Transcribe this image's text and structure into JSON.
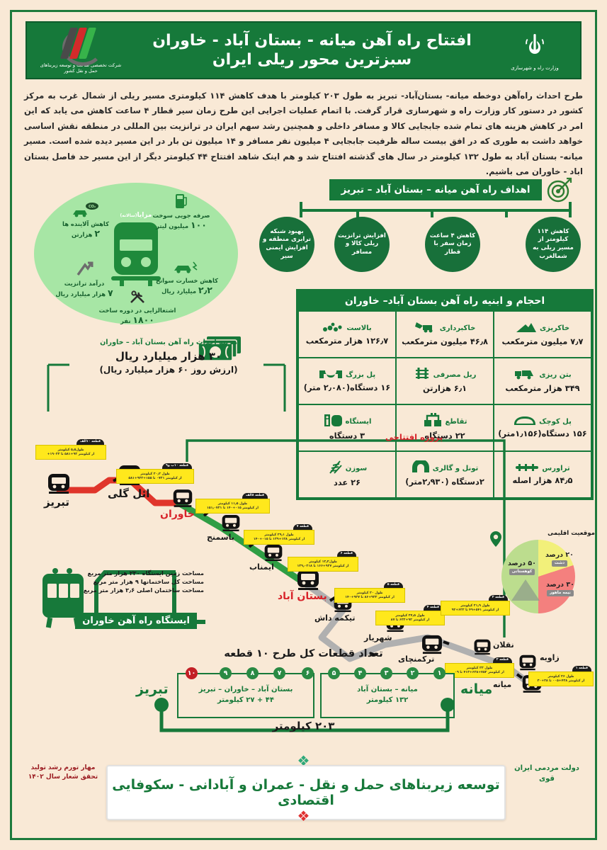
{
  "header": {
    "title": "افتتاح راه آهن میانه - بستان آباد - خاوران سبزترین محور ریلی ایران",
    "ministry_emblem": "iran-emblem-icon",
    "ministry_label": "وزارت راه و شهرسازی",
    "org_label": "شرکت تخصصی ساخت و توسعه زیربناهای حمل و نقل کشور"
  },
  "intro": {
    "text": "طرح احداث راه‌آهن دوخطه میانه- بستان‌آباد- تبریز به طول ۲۰۳ کیلومتر با هدف کاهش ۱۱۴ کیلومتری مسیر ریلی از شمال غرب به مرکز کشور در دستور کار وزارت راه و شهرسازی قرار گرفت. با اتمام عملیات اجرایی این طرح زمان سیر قطار ۴ ساعت کاهش می یابد که این امر در کاهش هزینه های تمام شده جابجایی کالا و مسافر داخلی و همچنین رشد سهم ایران در ترانزیت بین المللی در منطقه نقش اساسی خواهد داشت به طوری که در افق بیست ساله ظرفیت جابجایی ۴ میلیون نفر مسافر و ۱۴ میلیون تن بار در این مسیر دیده شده است. مسیر میانه- بستان آباد به طول ۱۳۲ کیلومتر در سال های گذشته افتتاح شد و هم اینک شاهد افتتاح ۴۴ کیلومتر دیگر از این مسیر حد فاصل بستان اباد - خاوران می باشیم."
  },
  "benefits": {
    "center_label": "مزایا",
    "center_sub": "(سالانه)",
    "center_icon": "train-icon",
    "items": [
      {
        "icon": "fuel-pump-icon",
        "label": "صرفه جویی سوخت",
        "value": "۱۰۰",
        "unit": "میلیون لیتر"
      },
      {
        "icon": "car-co2-icon",
        "label": "کاهش آلاینده ها",
        "value": "۲",
        "unit": "هزارتن"
      },
      {
        "icon": "car-crash-icon",
        "label": "کاهش خسارت سوانح",
        "value": "۲٫۲",
        "unit": "میلیارد ریال"
      },
      {
        "icon": "money-arrow-icon",
        "label": "درآمد ترانزیت",
        "value": "۷",
        "unit": "هزار میلیارد ریال"
      },
      {
        "icon": "tools-icon",
        "label": "اشتغالزایی در دوره ساخت",
        "value": "۱۸۰۰",
        "unit": "نفر"
      }
    ]
  },
  "goals": {
    "icon": "target-icon",
    "title": "اهداف راه آهن میانه – بستان آباد – تبریز",
    "items": [
      {
        "text": "کاهش ۱۱۴ کیلومتر از مسیر ریلی به شمالغرب"
      },
      {
        "text": "کاهش ۴ ساعت زمان سفر با قطار"
      },
      {
        "text": "افزایش ترانزیت ریلی کالا و مسافر"
      },
      {
        "text": "بهبود شبکه ترابری منطقه و افزایش ایمنی سیر"
      }
    ]
  },
  "cost": {
    "icon": "money-stack-icon",
    "label": "هزینه احداث راه آهن بستان آباد – خاوران",
    "main": "۳۰ هزار میلیارد ریال",
    "sub": "(ارزش روز ۶۰ هزار میلیارد ریال)"
  },
  "volumes": {
    "title": "احجام و ابنیه راه آهن بستان آباد– خاوران",
    "cells": [
      {
        "icon": "earthfill-icon",
        "label": "خاکریزی",
        "value": "۷٫۷ میلیون مترمکعب"
      },
      {
        "icon": "excavator-icon",
        "label": "خاکبرداری",
        "value": "۴۶٫۸ میلیون مترمکعب"
      },
      {
        "icon": "ballast-icon",
        "label": "بالاست",
        "value": "۱۲۶٫۷ هزار مترمکعب"
      },
      {
        "icon": "concrete-mixer-icon",
        "label": "بتن ریزی",
        "value": "۳۴۹ هزار مترمکعب"
      },
      {
        "icon": "rail-icon",
        "label": "ریل مصرفی",
        "value": "۶٫۱ هزارتن"
      },
      {
        "icon": "big-bridge-icon",
        "label": "پل بزرگ",
        "value": "۱۶ دستگاه(۲٫۰۸۰ متر)"
      },
      {
        "icon": "small-bridge-icon",
        "label": "پل کوچک",
        "value": "۱۵۶ دستگاه(۱٫۱۵۶متر)"
      },
      {
        "icon": "junction-icon",
        "label": "تقاطع",
        "value": "۲۲ دستگاه"
      },
      {
        "icon": "station-icon",
        "label": "ایستگاه",
        "value": "۳ دستگاه"
      },
      {
        "icon": "sleeper-icon",
        "label": "تراورس",
        "value": "۸۴٫۵ هزار اصله"
      },
      {
        "icon": "tunnel-icon",
        "label": "تونل و گالری",
        "value": "۲دستگاه (۲٫۹۳۰متر)"
      },
      {
        "icon": "switch-icon",
        "label": "سوزن",
        "value": "۲۶ عدد"
      }
    ]
  },
  "map": {
    "opening_project_label": "پروژه افتتاحی",
    "stations": [
      {
        "name": "تبریز",
        "style": "plain"
      },
      {
        "name": "ائل گلی",
        "style": "plain"
      },
      {
        "name": "خاوران",
        "style": "highlight"
      },
      {
        "name": "باسمنج",
        "style": "plain"
      },
      {
        "name": "ایمناب",
        "style": "plain"
      },
      {
        "name": "بستان آباد",
        "style": "highlight"
      },
      {
        "name": "تیکمه داش",
        "style": "plain"
      },
      {
        "name": "شهریار",
        "style": "plain"
      },
      {
        "name": "ترکمنچای",
        "style": "plain"
      },
      {
        "name": "نقلان",
        "style": "plain"
      },
      {
        "name": "زاویه",
        "style": "plain"
      },
      {
        "name": "میانه",
        "style": "plain"
      }
    ],
    "segments": [
      {
        "tag": "قطعه ۱۰الف",
        "line1": "طول۵٫۵ کیلومتر",
        "line2": "از کیلومتر ۹۲+۵۸۱ تا ۱۹۰۲۲+"
      },
      {
        "tag": "قطعه ۱۰ب و۹",
        "line1": "طول ۲۰٫۲ کیلومتر",
        "line2": "از کیلومتر ۰۷۲۱ تا ۱۵۵+۹۲۲+۵۸۱"
      },
      {
        "tag": "قطعه ۸الف",
        "line1": "طول ۱۱٫۵ کیلومتر",
        "line2": "از کیلومتر ۰۱۵+۱۴۰ تا ۱۵۱٫۰۷۲۱"
      },
      {
        "tag": "قطعه ۷",
        "line1": "طول ۲۹٫۱ کیلومتر",
        "line2": "از کیلومتر ۱۲۸+۱۳۹ تا ۰۱۵+۱۴۰"
      },
      {
        "tag": "قطعه ۶",
        "line1": "طول۱۲٫۲ کیلومتر",
        "line2": "از کیلومتر ۹۲۷+۱۶۶ تا ۱۳۹٫۰۲۱۸"
      },
      {
        "tag": "قطعه ۵",
        "line1": "طول ۲۰ کیلومتر",
        "line2": "از کیلومتر ۹۲۲+۸۶ تا ۹۲۷+۱۴۰"
      },
      {
        "tag": "قطعه ۴",
        "line1": "طول ۲۴٫۵ کیلومتر",
        "line2": "از کیلومتر ۹۲+۶۲۲ تا ۸۷"
      },
      {
        "tag": "قطعه ۳",
        "line1": "طول ۲۱٫۹ کیلومتر",
        "line2": "از کیلومتر ۵۴۱+۴۹ تا ۶۲۲+۹۲"
      },
      {
        "tag": "قطعه ۲",
        "line1": "طول ۲۲ کیلومتر",
        "line2": "از کیلومتر ۷۵۲+۶۲۸+۴۱۳ تا ۰۹"
      },
      {
        "tag": "قطعه ۱",
        "line1": "طول ۲۶ کیلومتر",
        "line2": "از کیلومتر ۴۲۸+۰۰۵ تا ۲۸+۳۰"
      }
    ]
  },
  "khavaran_station": {
    "icon": "station-building-icon",
    "title": "ایستگاه راه آهن خاوران",
    "lines": [
      "مساحت زمین ایستگاه ۲۳۰ هزار متر مربع",
      "مساحت کل ساختمانها ۹ هزار متر مربع",
      "مساحت ساختمان اصلی ۳٫۶ هزار متر مربع"
    ]
  },
  "terrain": {
    "icon": "map-pin-icon",
    "title": "موقعیت اقلیمی",
    "slices": [
      {
        "label": "دشت",
        "percent_text": "۲۰ درصد",
        "value": 20,
        "color": "#f2f07a"
      },
      {
        "label": "نیمه ماهور",
        "percent_text": "۳۰ درصد",
        "value": 30,
        "color": "#f4807e"
      },
      {
        "label": "کوهستانی",
        "percent_text": "۵۰ درصد",
        "value": 50,
        "color": "#bcdd8e"
      }
    ]
  },
  "segment_count": {
    "title": "تعداد قطعات کل طرح ۱۰ قطعه",
    "numbers": [
      "۱",
      "۲",
      "۳",
      "۴",
      "۵",
      "۶",
      "۷",
      "۸",
      "۹",
      "۱۰"
    ],
    "highlight_number": "۱۰",
    "right_box": {
      "line1": "میانه – بستان آباد",
      "line2": "۱۳۲ کیلومتر"
    },
    "left_box": {
      "line1": "بستان آباد – خاوران – تبریز",
      "line2": "۴۴ + ۲۷ کیلومتر"
    },
    "right_city": "میانه",
    "left_city": "تبریز",
    "total_length": "۲۰۳ کیلومتر"
  },
  "footer": {
    "slogan": "توسعه زیربناهای حمل و نقل - عمران و آبادانی - سکوفایی اقتصادی",
    "left_badge": "مهار تورم رشد تولید تحقق شعار سال ۱۴۰۲",
    "right_badge": "دولت مردمی ایران قوی"
  },
  "chart_data": {
    "type": "pie",
    "title": "موقعیت اقلیمی",
    "categories": [
      "دشت",
      "نیمه ماهور",
      "کوهستانی"
    ],
    "values": [
      20,
      30,
      50
    ],
    "colors": [
      "#f2f07a",
      "#f4807e",
      "#bcdd8e"
    ],
    "legend": "inline",
    "unit": "درصد"
  }
}
